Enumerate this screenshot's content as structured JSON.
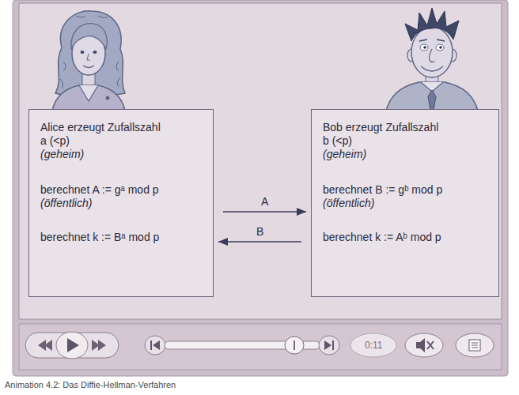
{
  "diagram": {
    "caption": "Animation 4.2: Das Diffie-Hellman-Verfahren",
    "nodes": [
      {
        "text": [
          "Alice erzeugt Zufallszahl a (<p)",
          "(geheim)",
          "berechnet A := gᵃ mod p",
          "(öffentlich)",
          "berechnet k := Bᵃ mod p"
        ]
      },
      {
        "text": [
          "Bob erzeugt Zufallszahl b (<p)",
          "(geheim)",
          "berechnet B := gᵇ mod p",
          "(öffentlich)",
          "berechnet k := Aᵇ mod p"
        ]
      }
    ],
    "edges": [
      {
        "from": 0,
        "to": 1,
        "label": "A",
        "arrow": "to"
      },
      {
        "from": 1,
        "to": 0,
        "label": "B",
        "arrow": "to"
      }
    ],
    "labels": [
      "0:11"
    ]
  }
}
